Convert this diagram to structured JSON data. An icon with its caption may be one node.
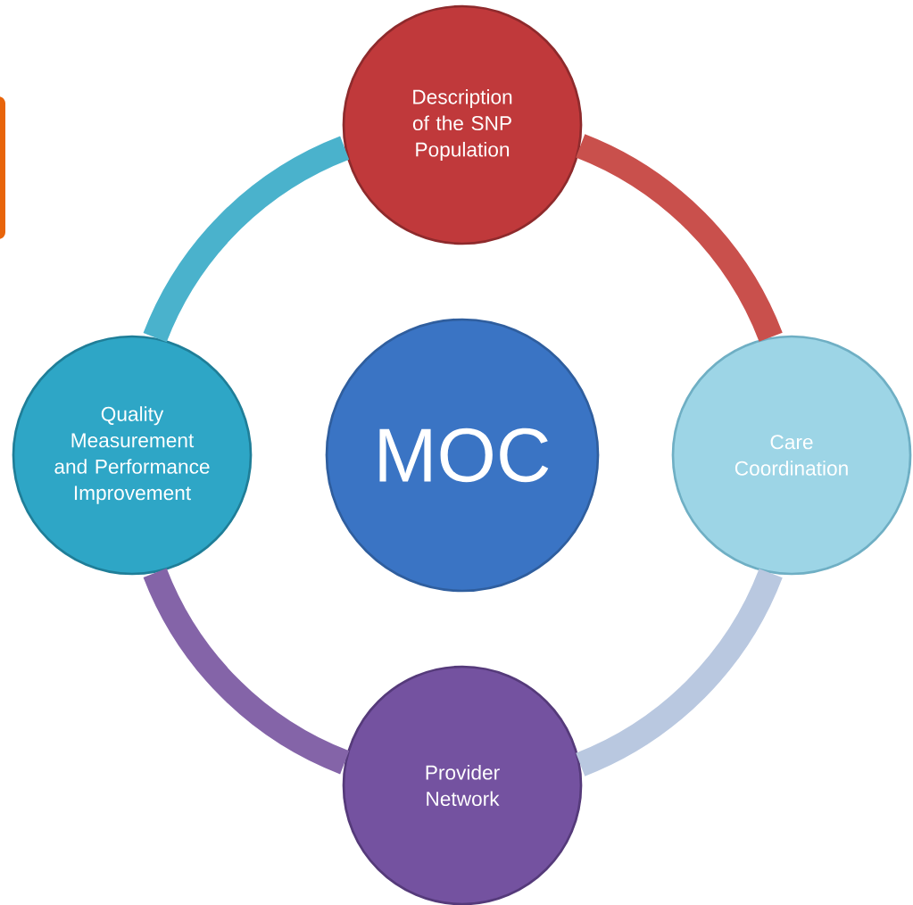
{
  "diagram": {
    "nodes": [
      {
        "text": [
          "MOC"
        ]
      },
      {
        "text": [
          "Description of the SNP Population"
        ]
      },
      {
        "text": [
          "Care Coordination"
        ]
      },
      {
        "text": [
          "Provider Network"
        ]
      },
      {
        "text": [
          "Quality Measurement and Performance Improvement"
        ]
      }
    ],
    "edges": [
      {
        "from": 1,
        "to": 2,
        "arrow": "none",
        "color": "#c9504c"
      },
      {
        "from": 2,
        "to": 3,
        "arrow": "none",
        "color": "#b9c8e0"
      },
      {
        "from": 3,
        "to": 4,
        "arrow": "none",
        "color": "#8464a8"
      },
      {
        "from": 4,
        "to": 1,
        "arrow": "none",
        "color": "#4ab2cc"
      }
    ]
  }
}
